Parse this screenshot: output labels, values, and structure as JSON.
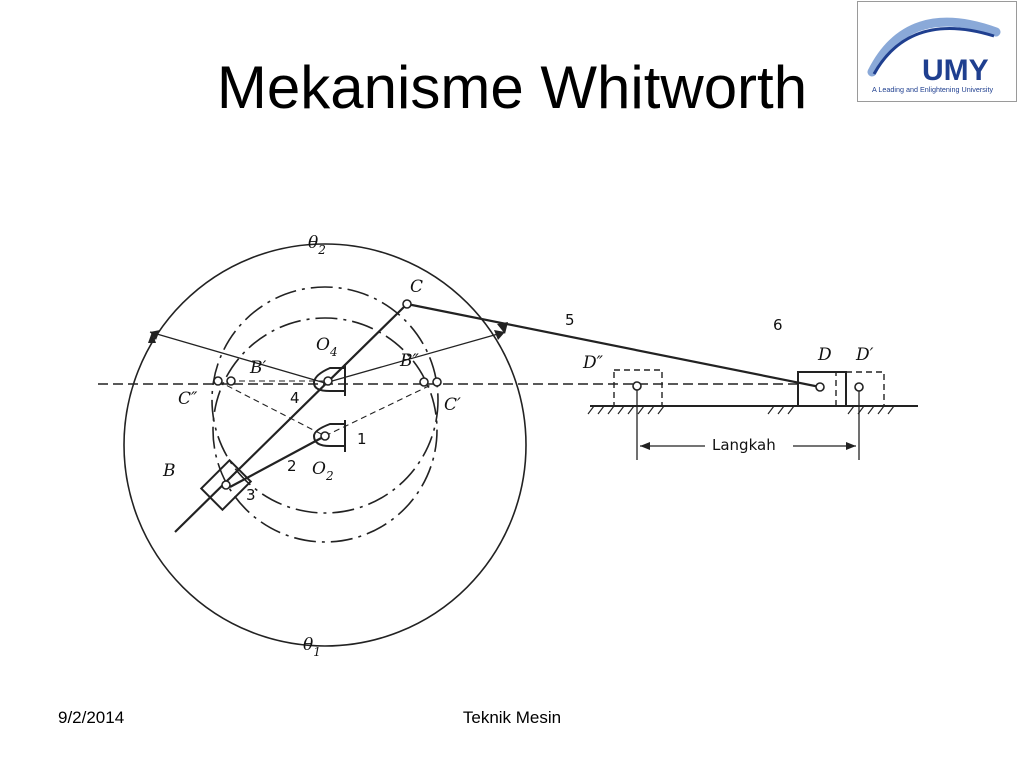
{
  "slide": {
    "title": "Mekanisme Whitworth",
    "footer_date": "9/2/2014",
    "footer_center": "Teknik Mesin"
  },
  "logo": {
    "brand": "UMY",
    "tagline": "A Leading and Enlightening University",
    "color_primary": "#1f3f8f",
    "color_accent": "#8aa9d8"
  },
  "diagram": {
    "labels": {
      "theta2": "θ",
      "theta2_sub": "2",
      "theta1": "θ",
      "theta1_sub": "1",
      "C": "C",
      "C_prime": "C′",
      "C_dprime": "C″",
      "B": "B",
      "B_prime": "B′",
      "B_dprime": "B″",
      "O4": "O",
      "O4_sub": "4",
      "O2": "O",
      "O2_sub": "2",
      "D": "D",
      "D_prime": "D′",
      "D_dprime": "D″",
      "link1": "1",
      "link2": "2",
      "link3": "3",
      "link4": "4",
      "link5": "5",
      "link6": "6",
      "stroke": "Langkah"
    }
  }
}
